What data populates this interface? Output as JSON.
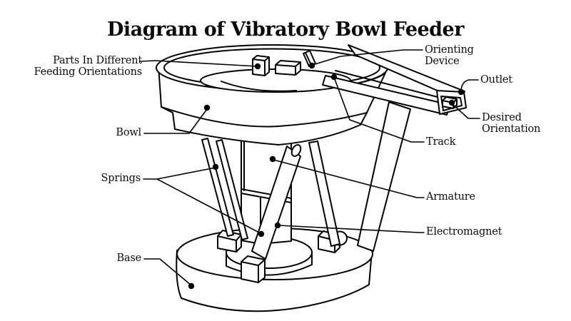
{
  "title": "Diagram of Vibratory Bowl Feeder",
  "labels": {
    "parts": "Parts In Different\nFeeding Orientations",
    "orienting": "Orienting\nDevice",
    "outlet": "Outlet",
    "desired": "Desired\nOrientation",
    "track": "Track",
    "bowl": "Bowl",
    "springs": "Springs",
    "armature": "Armature",
    "electromagnet": "Electromagnet",
    "base": "Base"
  },
  "colors": {
    "line": "#000000",
    "background": "#ffffff"
  }
}
